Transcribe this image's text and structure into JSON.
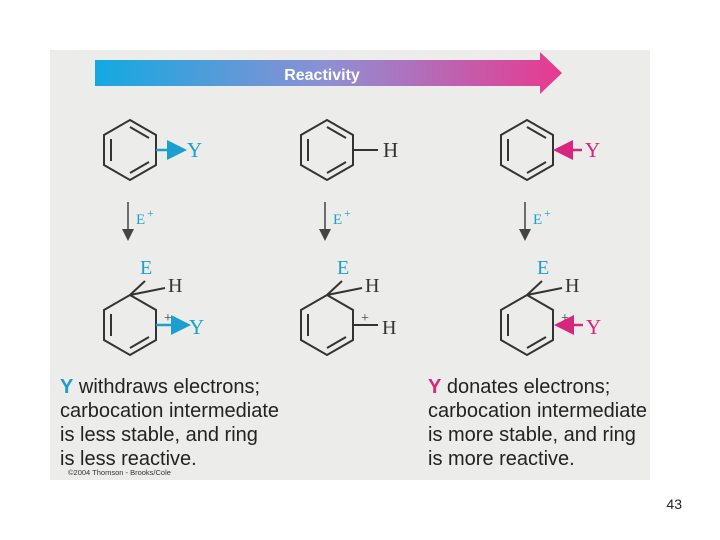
{
  "arrow": {
    "label": "Reactivity",
    "color_start": "#12a9e0",
    "color_end": "#e8398f"
  },
  "colors": {
    "withdraw": "#1a9fd0",
    "donate": "#d6267e",
    "ink": "#333333"
  },
  "reactants": [
    {
      "substituent": "Y",
      "bond_style": "arrow-out",
      "color": "#1a9fd0"
    },
    {
      "substituent": "H",
      "bond_style": "plain",
      "color": "#333333"
    },
    {
      "substituent": "Y",
      "bond_style": "arrow-in",
      "color": "#d6267e"
    }
  ],
  "reagent": {
    "symbol": "E",
    "charge": "+"
  },
  "intermediates": [
    {
      "electrophile": "E",
      "hydrogen": "H",
      "charge": "+",
      "substituent": "Y",
      "color": "#1a9fd0"
    },
    {
      "electrophile": "E",
      "hydrogen": "H",
      "charge": "+",
      "substituent": "H",
      "color": "#333333"
    },
    {
      "electrophile": "E",
      "hydrogen": "H",
      "charge": "+",
      "substituent": "Y",
      "color": "#d6267e"
    }
  ],
  "captions": {
    "left": {
      "symbol": "Y",
      "line1_rest": " withdraws electrons;",
      "line2": "carbocation intermediate",
      "line3": "is less stable, and ring",
      "line4": "is less reactive."
    },
    "right": {
      "symbol": "Y",
      "line1_rest": " donates electrons;",
      "line2": "carbocation intermediate",
      "line3": "is more stable, and ring",
      "line4": "is more reactive."
    }
  },
  "copyright": "©2004 Thomson - Brooks/Cole",
  "page_number": "43"
}
